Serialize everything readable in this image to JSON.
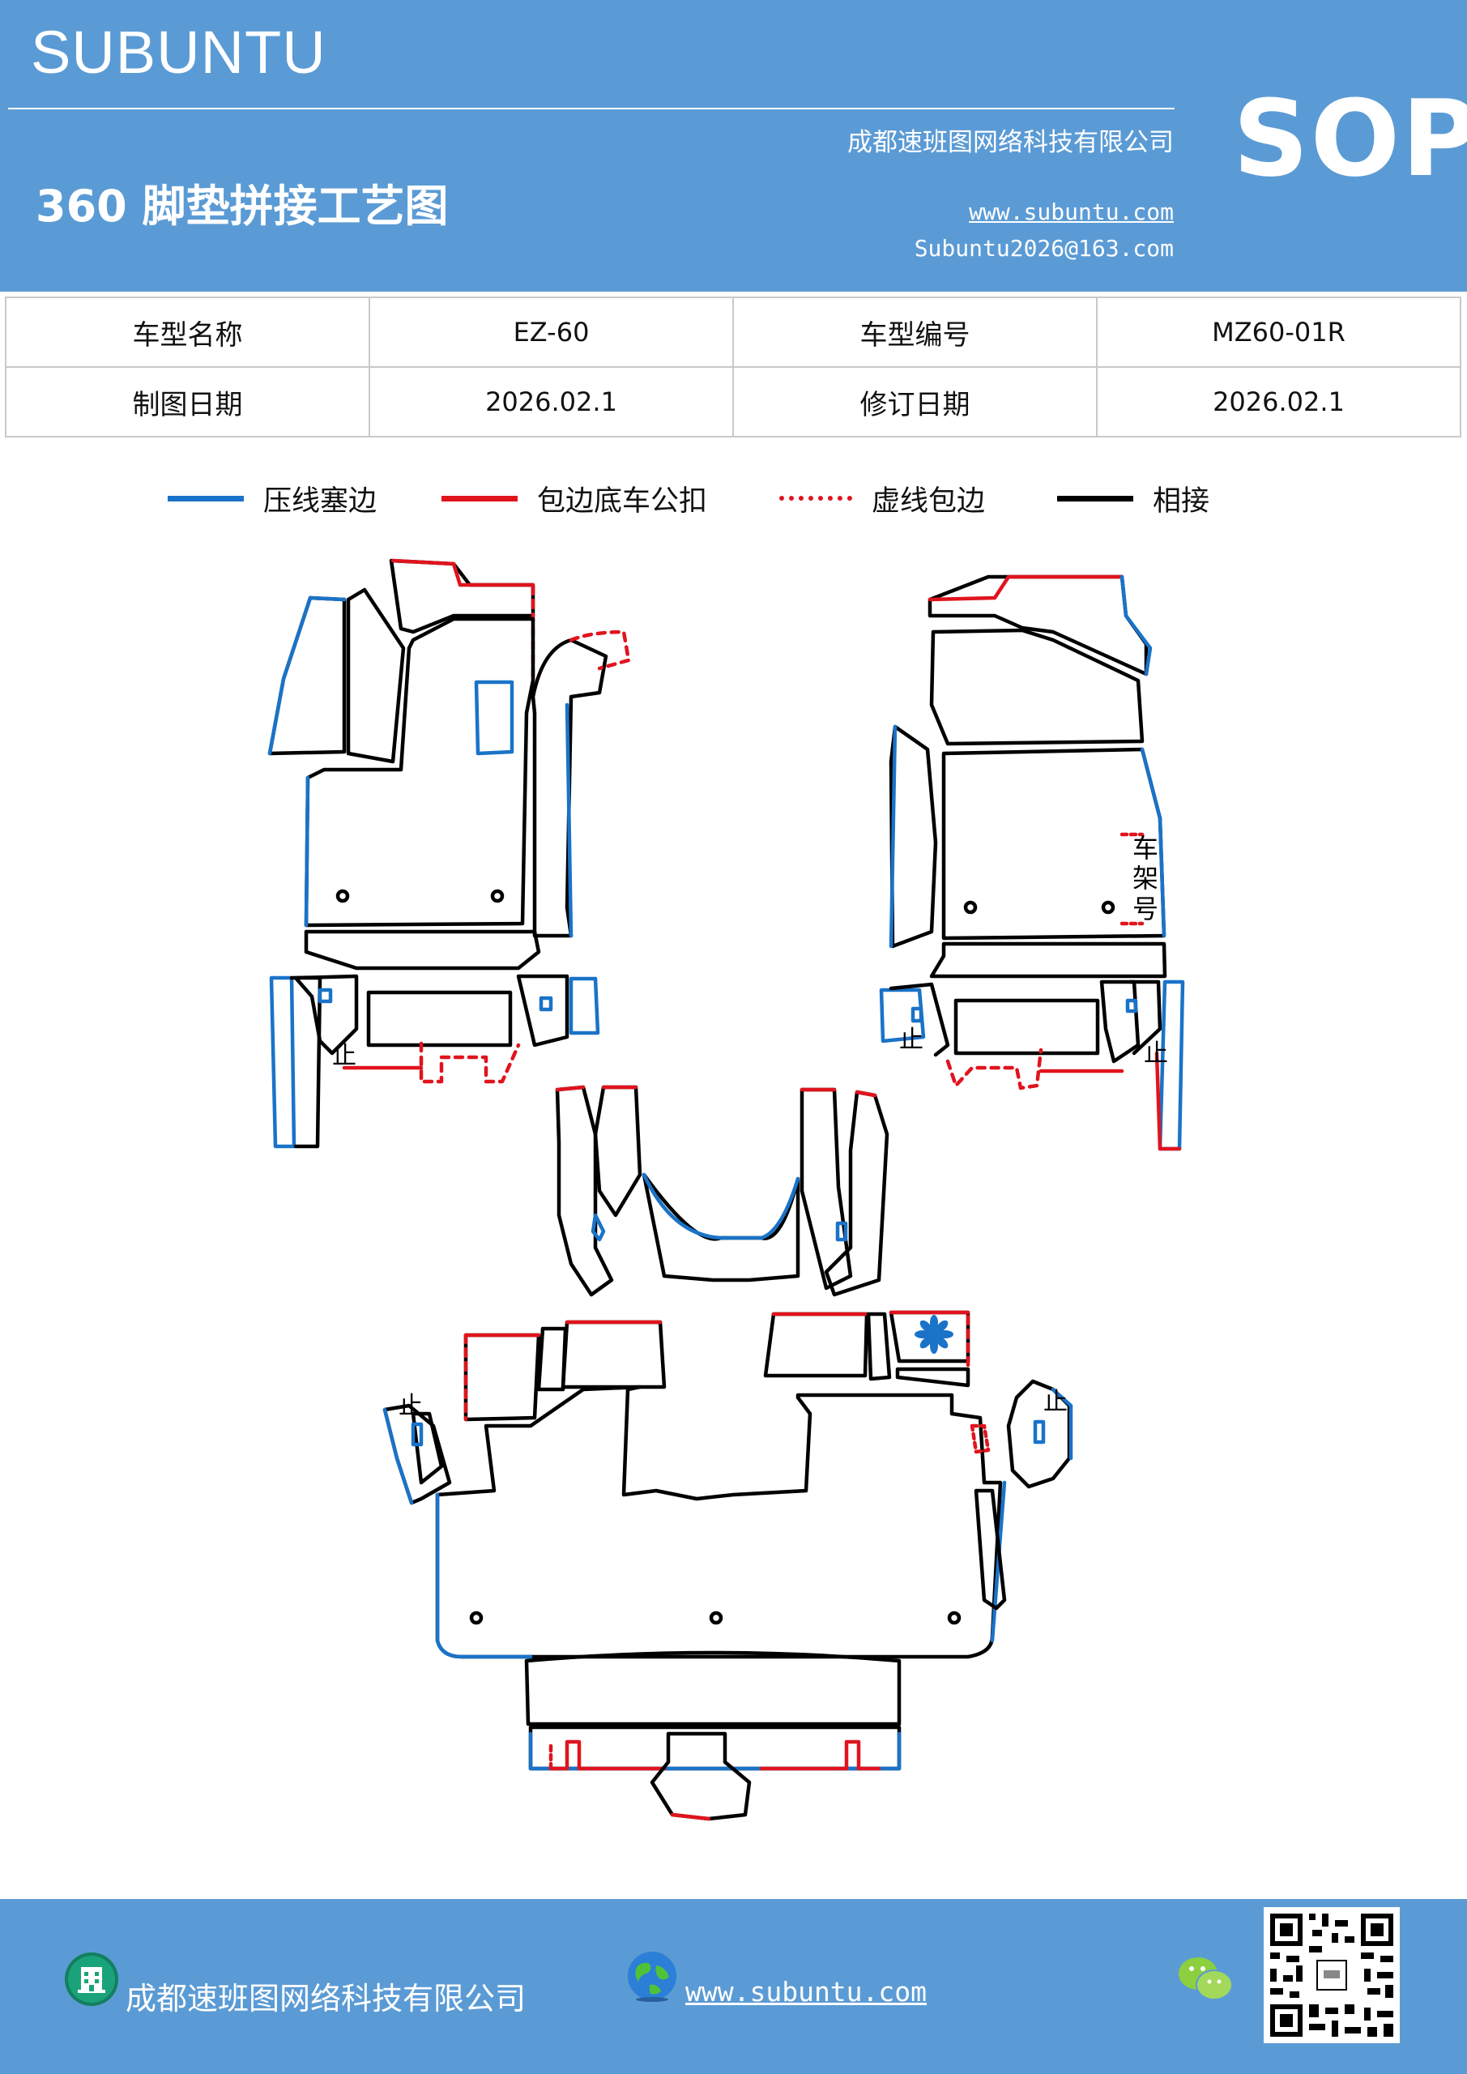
{
  "header": {
    "brand": "SUBUNTU",
    "company": "成都速班图网络科技有限公司",
    "title": "360 脚垫拼接工艺图",
    "website": "www.subuntu.com",
    "email": "Subuntu2026@163.com",
    "badge": "SOP"
  },
  "info": {
    "model_name_label": "车型名称",
    "model_name": "EZ-60",
    "model_code_label": "车型编号",
    "model_code": "MZ60-01R",
    "draw_date_label": "制图日期",
    "draw_date": "2026.02.1",
    "revise_date_label": "修订日期",
    "revise_date": "2026.02.1"
  },
  "legend": [
    {
      "label": "压线塞边",
      "color": "#1a73c8",
      "style": "solid"
    },
    {
      "label": "包边底车公扣",
      "color": "#e0141e",
      "style": "solid"
    },
    {
      "label": "虚线包边",
      "color": "#e0141e",
      "style": "dotted"
    },
    {
      "label": "相接",
      "color": "#000000",
      "style": "solid"
    }
  ],
  "diagram": {
    "vin_label_1": "车",
    "vin_label_2": "架",
    "vin_label_3": "号",
    "stop_mark": "止"
  },
  "footer": {
    "company": "成都速班图网络科技有限公司",
    "website": "www.subuntu.com"
  },
  "colors": {
    "brand_blue": "#5b9bd5",
    "edge_blue": "#1a73c8",
    "edge_red": "#e0141e",
    "edge_black": "#000000"
  },
  "icons": [
    "building-icon",
    "globe-icon",
    "wechat-icon",
    "qr-code"
  ]
}
